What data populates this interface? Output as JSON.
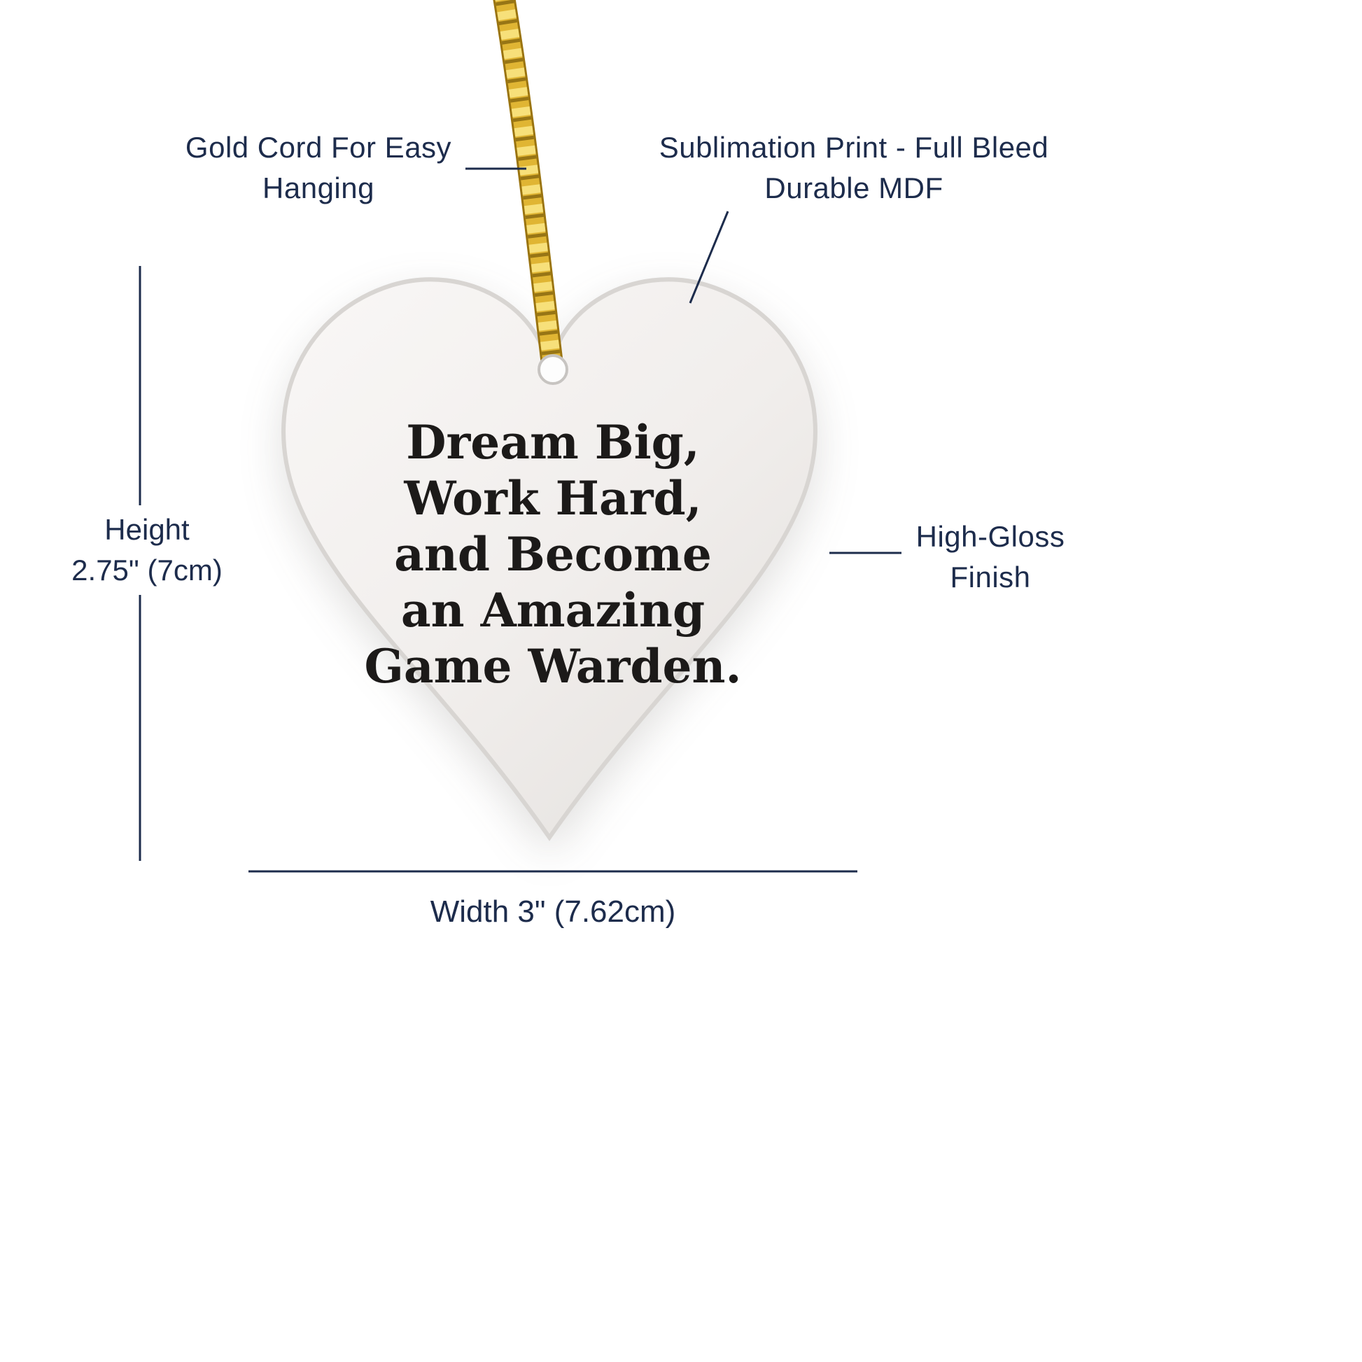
{
  "labels": {
    "cord": {
      "line1": "Gold Cord For Easy",
      "line2": "Hanging"
    },
    "print": {
      "line1": "Sublimation Print - Full Bleed",
      "line2": "Durable MDF"
    },
    "finish": {
      "line1": "High-Gloss",
      "line2": "Finish"
    },
    "height": {
      "line1": "Height",
      "line2": "2.75\" (7cm)"
    },
    "width": {
      "text": "Width 3\" (7.62cm)"
    }
  },
  "ornament": {
    "text_lines": [
      "Dream Big,",
      "Work Hard,",
      "and Become",
      "an Amazing",
      "Game Warden."
    ]
  },
  "colors": {
    "label_text": "#1d2c4c",
    "leader_line": "#1d2c4c",
    "ornament_text": "#1c1a19",
    "cord_gold": "#c9972b",
    "heart_fill": "#f3f1ef"
  }
}
